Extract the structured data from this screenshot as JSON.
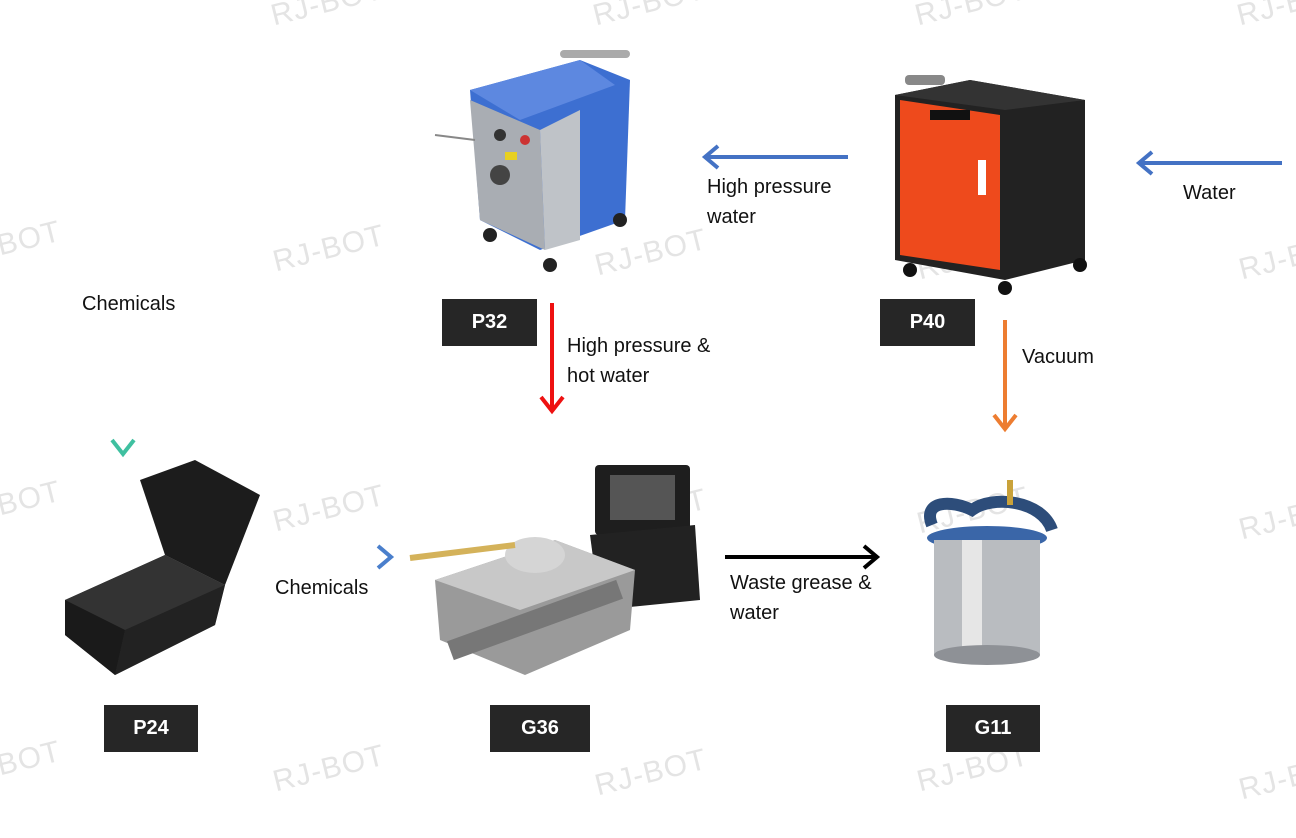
{
  "watermark": "RJ-BOT",
  "nodes": {
    "p32": {
      "label": "P32"
    },
    "p40": {
      "label": "P40"
    },
    "p24": {
      "label": "P24"
    },
    "g36": {
      "label": "G36"
    },
    "g11": {
      "label": "G11"
    }
  },
  "flows": {
    "p40_to_p32": {
      "line1": "High pressure",
      "line2": "water",
      "color": "#4472c4"
    },
    "water_in": {
      "text": "Water",
      "color": "#4472c4"
    },
    "chemicals_in": {
      "text": "Chemicals",
      "color": "#3fb5a8"
    },
    "p32_to_g36": {
      "line1": "High pressure &",
      "line2": "hot water",
      "color": "#ee1111"
    },
    "p40_to_g11": {
      "text": "Vacuum",
      "color": "#ed7d31"
    },
    "p24_to_g36": {
      "text": "Chemicals",
      "color": "#4a86c8"
    },
    "g36_to_g11": {
      "line1": "Waste grease &",
      "line2": "water",
      "color": "#000000"
    }
  }
}
